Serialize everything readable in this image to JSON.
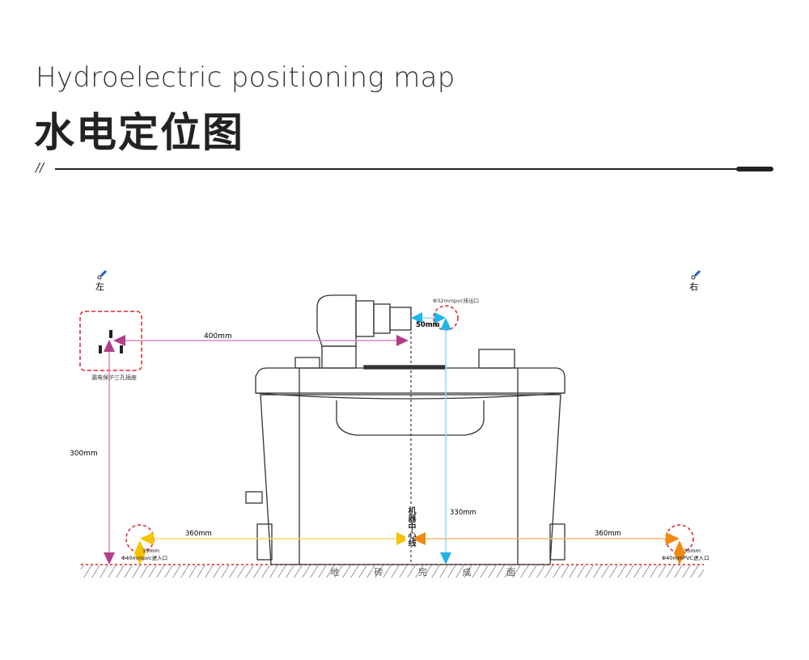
{
  "header": {
    "title_en": "Hydroelectric positioning map",
    "title_cn": "水电定位图",
    "divider_mark": "//"
  },
  "diagram": {
    "left_label": "左",
    "right_label": "右",
    "socket_label": "漏电保护三孔插座",
    "socket_horizontal": "400mm",
    "socket_height": "300mm",
    "outlet_label": "Φ32mmpvc排出口",
    "outlet_offset": "50mm",
    "outlet_height": "330mm",
    "inlet_left_distance": "360mm",
    "inlet_left_height": "35mm",
    "inlet_left_label": "Φ40mmpvc进入口",
    "inlet_right_distance": "360mm",
    "inlet_right_height": "35mm",
    "inlet_right_label": "Φ40mmPVC进入口",
    "center_line_label": "机器中心线",
    "floor_label": "地 砖 完 成 面",
    "colors": {
      "socket": "#b0408a",
      "outlet": "#1fb4ea",
      "inlet_left": "#f5c400",
      "inlet_right": "#f08a10",
      "marker": "#e0202a"
    }
  }
}
